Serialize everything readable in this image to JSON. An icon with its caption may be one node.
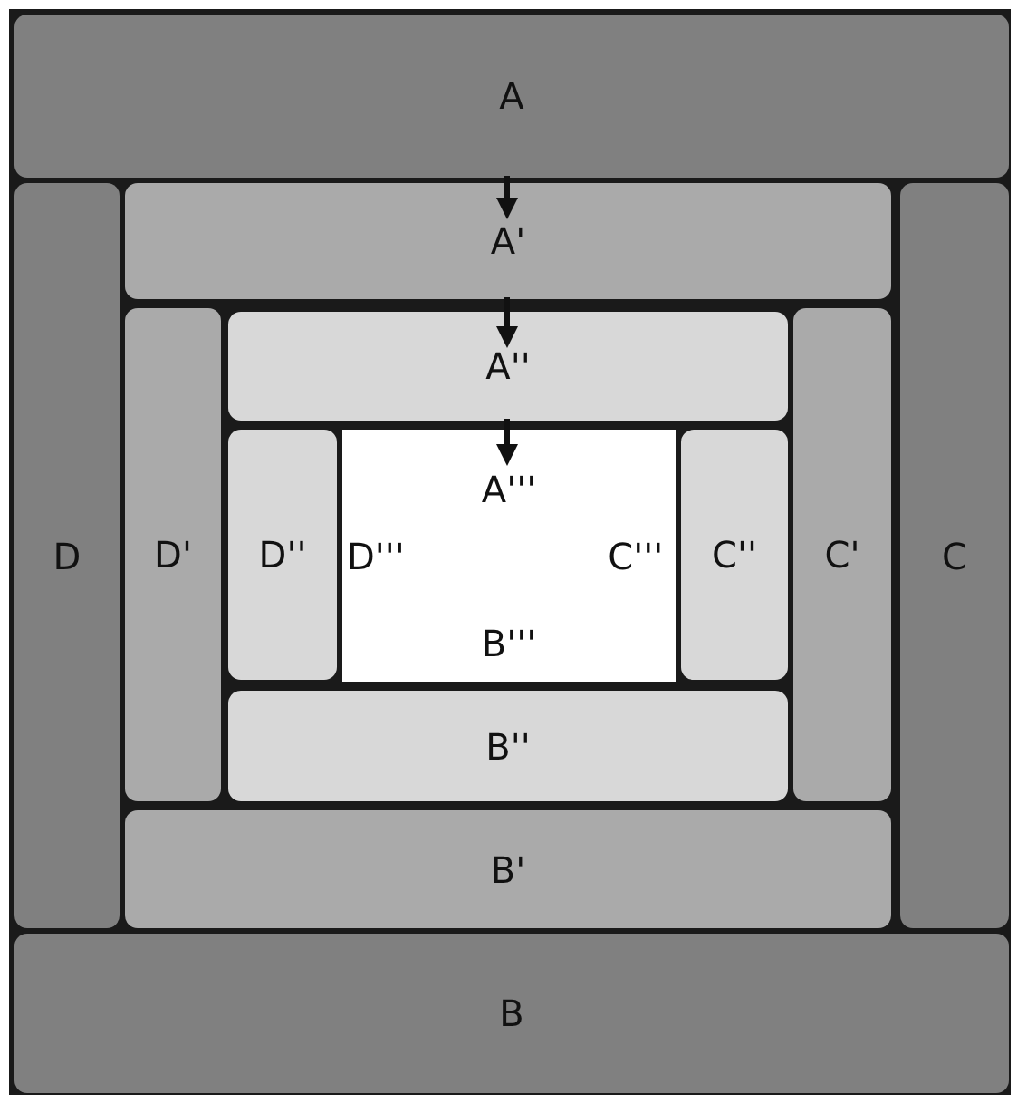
{
  "diagram": {
    "nodes": [
      {
        "text": [
          "A"
        ]
      },
      {
        "text": [
          "A'"
        ]
      },
      {
        "text": [
          "D"
        ]
      },
      {
        "text": [
          "D'"
        ]
      },
      {
        "text": [
          "A''"
        ]
      },
      {
        "text": [
          "C'"
        ]
      },
      {
        "text": [
          "C"
        ]
      },
      {
        "text": [
          "D''"
        ]
      },
      {
        "text": [
          "A'''",
          "D'''",
          "C'''",
          "B'''"
        ]
      },
      {
        "text": [
          "C''"
        ]
      },
      {
        "text": [
          "B''"
        ]
      },
      {
        "text": [
          "B'"
        ]
      },
      {
        "text": [
          "B"
        ]
      }
    ],
    "edges": [
      {
        "from": 0,
        "to": 1,
        "arrow": "to"
      },
      {
        "from": 1,
        "to": 4,
        "arrow": "to"
      },
      {
        "from": 4,
        "to": 8,
        "arrow": "to"
      }
    ]
  }
}
